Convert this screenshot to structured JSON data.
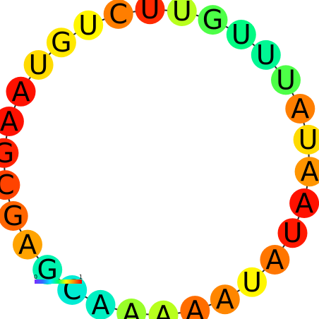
{
  "diagram": {
    "type": "rna-circular-structure",
    "nucleotides": [
      {
        "base": "U",
        "value": 0.95
      },
      {
        "base": "U",
        "value": 0.62
      },
      {
        "base": "G",
        "value": 0.55
      },
      {
        "base": "U",
        "value": 0.47
      },
      {
        "base": "U",
        "value": 0.45
      },
      {
        "base": "U",
        "value": 0.55
      },
      {
        "base": "A",
        "value": 0.85
      },
      {
        "base": "U",
        "value": 0.72
      },
      {
        "base": "A",
        "value": 0.82
      },
      {
        "base": "A",
        "value": 0.98
      },
      {
        "base": "U",
        "value": 0.97
      },
      {
        "base": "A",
        "value": 0.86
      },
      {
        "base": "U",
        "value": 0.68
      },
      {
        "base": "A",
        "value": 0.84
      },
      {
        "base": "A",
        "value": 0.87
      },
      {
        "base": "A",
        "value": 0.62
      },
      {
        "base": "A",
        "value": 0.6
      },
      {
        "base": "A",
        "value": 0.4
      },
      {
        "base": "C",
        "value": 0.38
      },
      {
        "base": "G",
        "value": 0.42
      },
      {
        "base": "A",
        "value": 0.8
      },
      {
        "base": "G",
        "value": 0.88
      },
      {
        "base": "C",
        "value": 0.92
      },
      {
        "base": "G",
        "value": 0.96
      },
      {
        "base": "A",
        "value": 0.98
      },
      {
        "base": "A",
        "value": 0.98
      },
      {
        "base": "U",
        "value": 0.72
      },
      {
        "base": "G",
        "value": 0.7
      },
      {
        "base": "U",
        "value": 0.68
      },
      {
        "base": "C",
        "value": 0.85
      }
    ],
    "colorbar": {
      "min_label": "0",
      "max_label": "1",
      "stops": [
        "#7b2cff",
        "#2f6bff",
        "#00e5ff",
        "#00ff66",
        "#ffff00",
        "#ff8c00",
        "#ff0000"
      ]
    },
    "colors": {
      "backbone": "#2a2a2a",
      "text": "#000000"
    }
  }
}
